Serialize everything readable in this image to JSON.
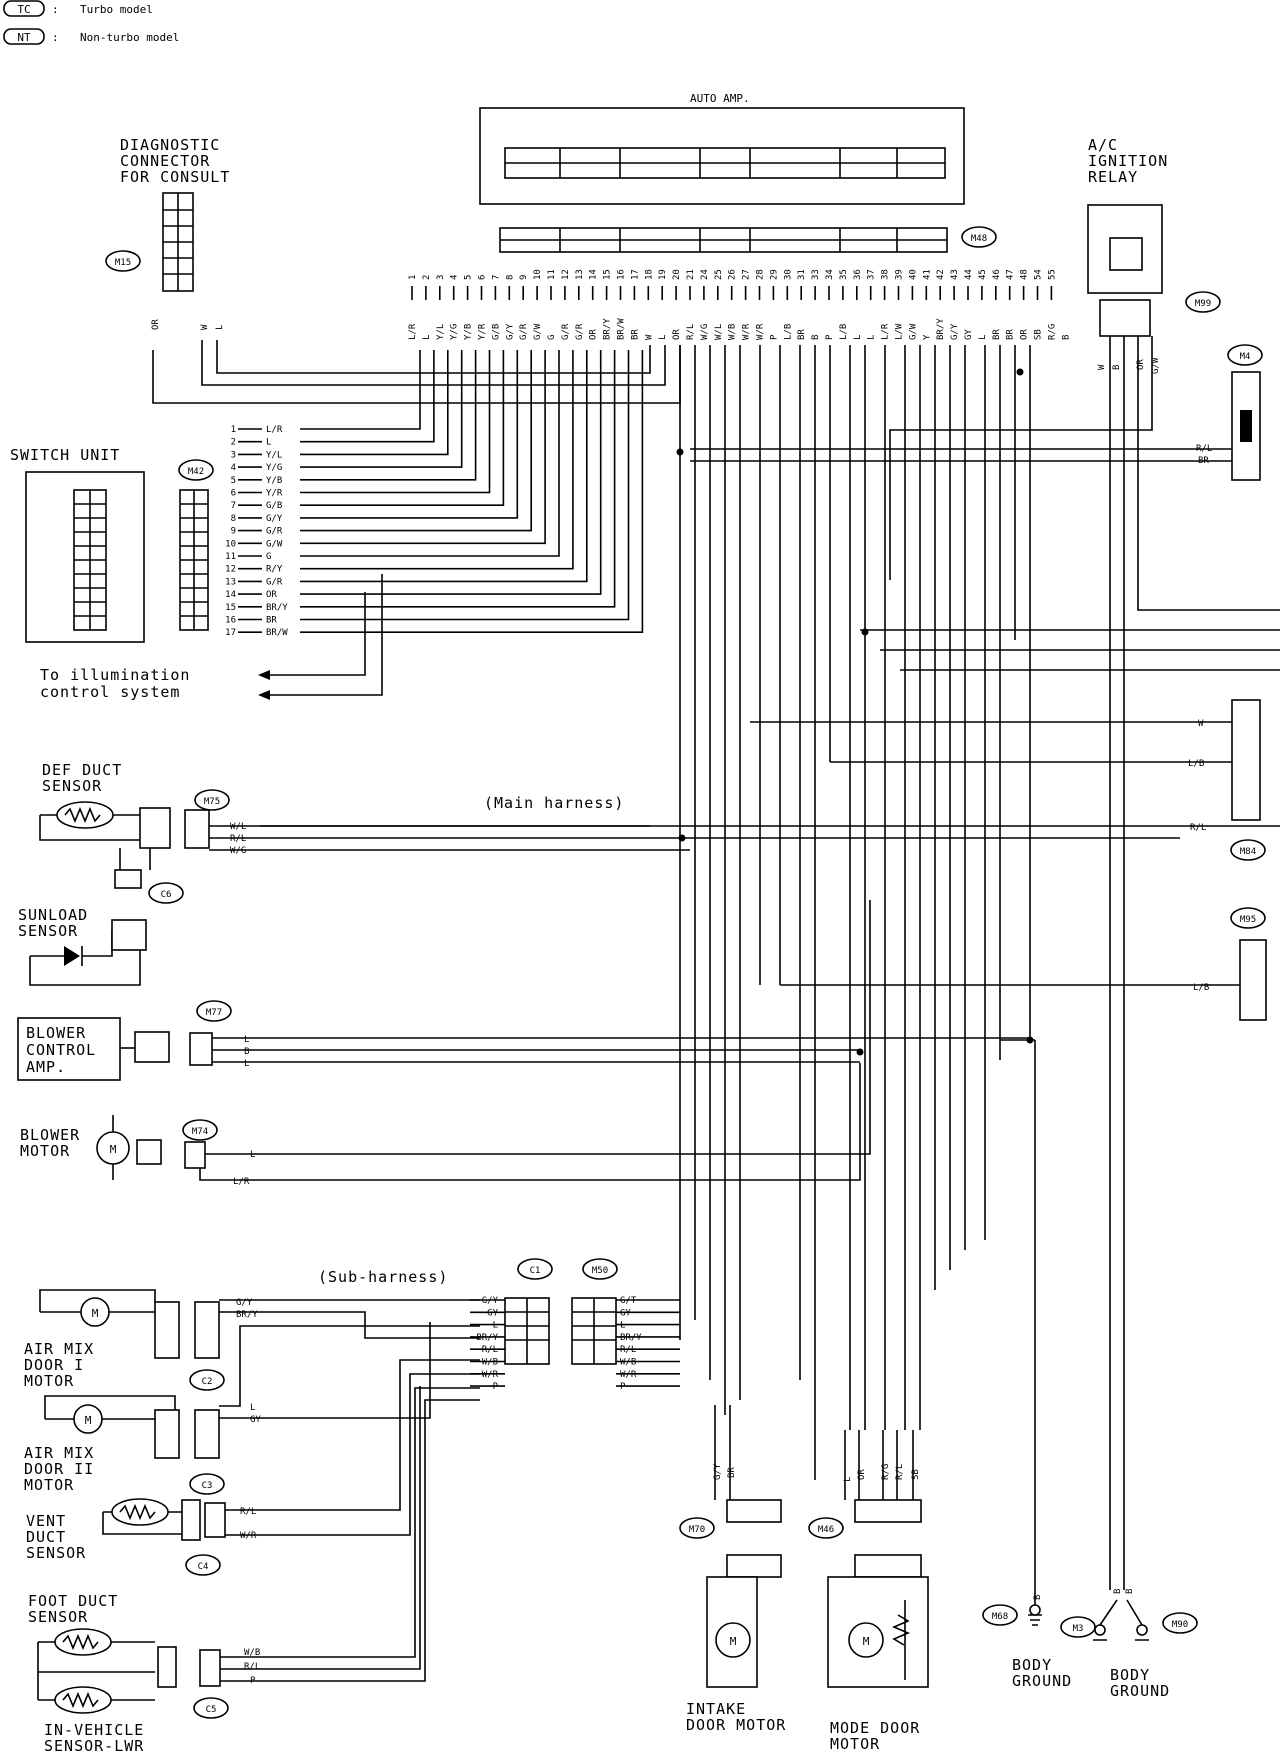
{
  "legend": {
    "tc_code": "TC",
    "tc_label": "Turbo model",
    "nt_code": "NT",
    "nt_label": "Non-turbo model"
  },
  "components": {
    "auto_amp": "AUTO AMP.",
    "diagnostic_connector": [
      "DIAGNOSTIC",
      "CONNECTOR",
      "FOR CONSULT"
    ],
    "ac_ignition_relay": [
      "A/C",
      "IGNITION",
      "RELAY"
    ],
    "switch_unit": "SWITCH UNIT",
    "illumination": [
      "To illumination",
      "control system"
    ],
    "def_duct_sensor": [
      "DEF DUCT",
      "SENSOR"
    ],
    "sunload_sensor": [
      "SUNLOAD",
      "SENSOR"
    ],
    "blower_control_amp": [
      "BLOWER",
      "CONTROL",
      "AMP."
    ],
    "blower_motor": [
      "BLOWER",
      "MOTOR"
    ],
    "air_mix_1": [
      "AIR MIX",
      "DOOR I",
      "MOTOR"
    ],
    "air_mix_2": [
      "AIR MIX",
      "DOOR II",
      "MOTOR"
    ],
    "vent_duct_sensor": [
      "VENT",
      "DUCT",
      "SENSOR"
    ],
    "foot_duct_sensor": [
      "FOOT DUCT",
      "SENSOR"
    ],
    "in_vehicle_sensor": [
      "IN-VEHICLE",
      "SENSOR-LWR"
    ],
    "intake_door_motor": [
      "INTAKE",
      "DOOR MOTOR"
    ],
    "mode_door_motor": [
      "MODE DOOR",
      "MOTOR"
    ],
    "body_ground_1": [
      "BODY",
      "GROUND"
    ],
    "body_ground_2": [
      "BODY",
      "GROUND"
    ],
    "main_harness": "(Main harness)",
    "sub_harness": "(Sub-harness)"
  },
  "connectors": {
    "M15": "M15",
    "M48": "M48",
    "M99": "M99",
    "M4": "M4",
    "M42": "M42",
    "M75": "M75",
    "C6": "C6",
    "M77": "M77",
    "M74": "M74",
    "M84": "M84",
    "M95": "M95",
    "C1": "C1",
    "M50": "M50",
    "C2": "C2",
    "C3": "C3",
    "C4": "C4",
    "C5": "C5",
    "M70": "M70",
    "M46": "M46",
    "M68": "M68",
    "M3": "M3",
    "M90": "M90"
  },
  "switch_wires": [
    {
      "num": "1",
      "color": "L/R"
    },
    {
      "num": "2",
      "color": "L"
    },
    {
      "num": "3",
      "color": "Y/L"
    },
    {
      "num": "4",
      "color": "Y/G"
    },
    {
      "num": "5",
      "color": "Y/B"
    },
    {
      "num": "6",
      "color": "Y/R"
    },
    {
      "num": "7",
      "color": "G/B"
    },
    {
      "num": "8",
      "color": "G/Y"
    },
    {
      "num": "9",
      "color": "G/R"
    },
    {
      "num": "10",
      "color": "G/W"
    },
    {
      "num": "11",
      "color": "G"
    },
    {
      "num": "12",
      "color": "R/Y"
    },
    {
      "num": "13",
      "color": "G/R"
    },
    {
      "num": "14",
      "color": "OR"
    },
    {
      "num": "15",
      "color": "BR/Y"
    },
    {
      "num": "16",
      "color": "BR"
    },
    {
      "num": "17",
      "color": "BR/W"
    }
  ],
  "amp_pins": [
    "1",
    "2",
    "3",
    "4",
    "5",
    "6",
    "7",
    "8",
    "9",
    "10",
    "11",
    "12",
    "13",
    "14",
    "15",
    "16",
    "17",
    "18",
    "19",
    "20",
    "21",
    "24",
    "25",
    "26",
    "27",
    "28",
    "29",
    "30",
    "31",
    "33",
    "34",
    "35",
    "36",
    "37",
    "38",
    "39",
    "40",
    "41",
    "42",
    "43",
    "44",
    "45",
    "46",
    "47",
    "48",
    "54",
    "55"
  ],
  "amp_colors": [
    "L/R",
    "L",
    "Y/L",
    "Y/G",
    "Y/B",
    "Y/R",
    "G/B",
    "G/Y",
    "G/R",
    "G/W",
    "G",
    "G/R",
    "G/R",
    "OR",
    "BR/Y",
    "BR/W",
    "BR",
    "W",
    "L",
    "OR",
    "R/L",
    "W/G",
    "W/L",
    "W/B",
    "W/R",
    "W/R",
    "P",
    "L/B",
    "BR",
    "B",
    "P",
    "L/B",
    "L",
    "L",
    "L/R",
    "L/W",
    "G/W",
    "Y",
    "BR/Y",
    "G/Y",
    "GY",
    "L",
    "BR",
    "BR",
    "OR",
    "SB",
    "R/G",
    "B"
  ],
  "diag_wires": [
    "OR",
    "W",
    "L"
  ],
  "relay_wires": [
    "W",
    "B",
    "OR",
    "G/W"
  ],
  "m4_wires": [
    "R/L",
    "BR"
  ],
  "m84_wires": [
    "W",
    "L/B",
    "R/L"
  ],
  "m95_wires": [
    "L/B"
  ],
  "def_wires": [
    "W/L",
    "R/L",
    "W/G"
  ],
  "blower_amp_wires": [
    "L",
    "B",
    "L"
  ],
  "blower_motor_wires": [
    "L",
    "L/R"
  ],
  "airmix1_wires": [
    "G/Y",
    "BR/Y"
  ],
  "airmix2_wires": [
    "L",
    "GY"
  ],
  "vent_wires": [
    "R/L",
    "W/R"
  ],
  "foot_wires": [
    "W/B",
    "R/L",
    "P"
  ],
  "c1_wires": [
    "G/Y",
    "GY",
    "L",
    "BR/Y",
    "R/L",
    "W/B",
    "W/R",
    "P"
  ],
  "m50_wires": [
    "G/T",
    "GY",
    "L",
    "BR/Y",
    "R/L",
    "W/B",
    "W/R",
    "P"
  ],
  "intake_wires": [
    "G/Y",
    "BR"
  ],
  "mode_wires": [
    "L",
    "OR",
    "R/G",
    "R/L",
    "SB"
  ],
  "ground_wires": [
    "B",
    "B",
    "B"
  ]
}
